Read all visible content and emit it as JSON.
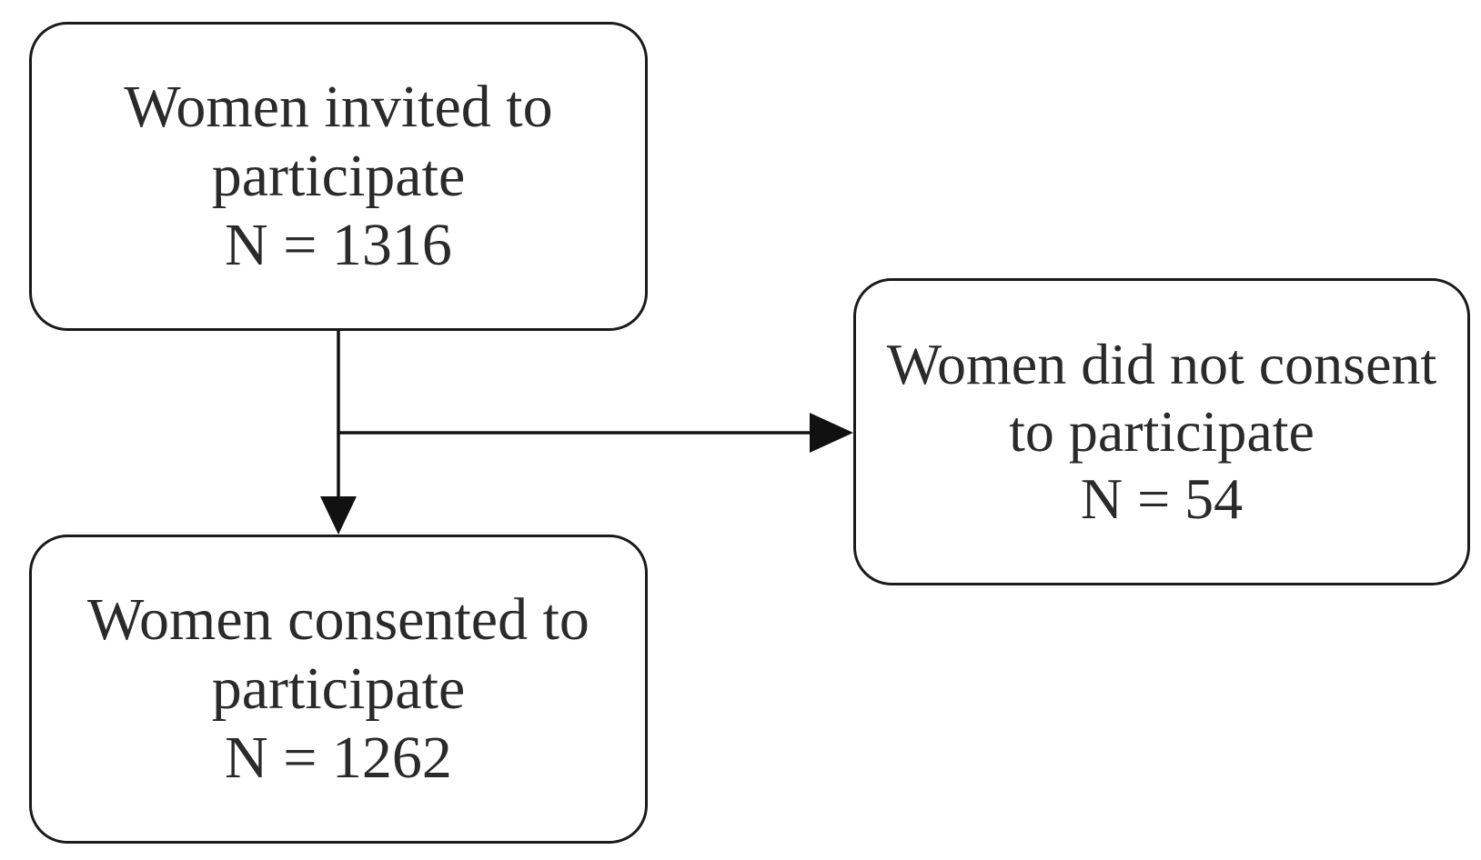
{
  "flowchart": {
    "nodes": [
      {
        "id": "invited",
        "lines": [
          "Women invited to",
          "participate",
          "N = 1316"
        ]
      },
      {
        "id": "consented",
        "lines": [
          "Women consented to",
          "participate",
          "N = 1262"
        ]
      },
      {
        "id": "declined",
        "lines": [
          "Women did not consent",
          "to participate",
          "N = 54"
        ]
      }
    ],
    "edges": [
      {
        "from": "invited",
        "to": "consented"
      },
      {
        "from": "invited",
        "to": "declined"
      }
    ]
  }
}
